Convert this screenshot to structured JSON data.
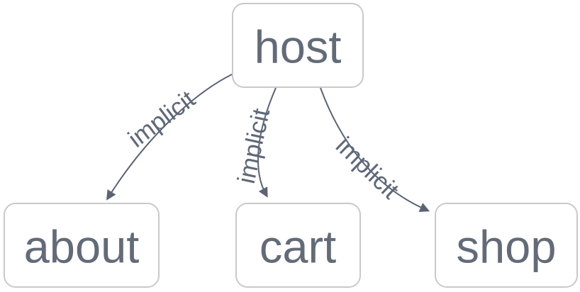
{
  "diagram": {
    "type": "flowchart",
    "direction": "top-down",
    "nodes": [
      {
        "id": "host",
        "label": "host"
      },
      {
        "id": "about",
        "label": "about"
      },
      {
        "id": "cart",
        "label": "cart"
      },
      {
        "id": "shop",
        "label": "shop"
      }
    ],
    "edges": [
      {
        "from": "host",
        "to": "about",
        "label": "implicit"
      },
      {
        "from": "host",
        "to": "cart",
        "label": "implicit"
      },
      {
        "from": "host",
        "to": "shop",
        "label": "implicit"
      }
    ],
    "colors": {
      "background": "#ffffff",
      "node_fill": "#ffffff",
      "node_border": "#c8c9cb",
      "node_text": "#636b78",
      "edge_stroke": "#5b6374",
      "edge_label_text": "#5f6878"
    }
  }
}
